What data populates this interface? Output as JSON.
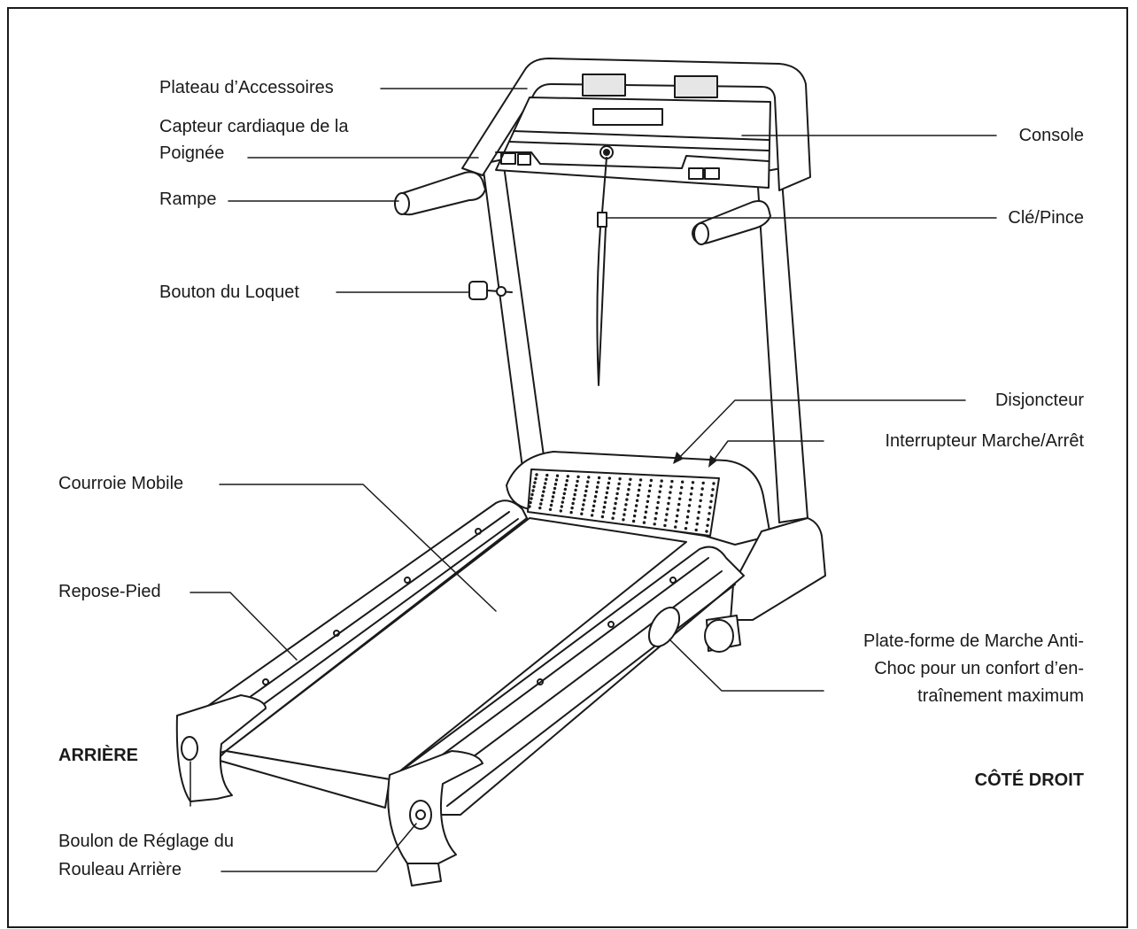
{
  "labels": {
    "plateau": "Plateau d’Accessoires",
    "capteur_line1": "Capteur cardiaque de la",
    "capteur_line2": "Poignée",
    "rampe": "Rampe",
    "bouton_loquet": "Bouton du Loquet",
    "courroie": "Courroie Mobile",
    "repose_pied": "Repose-Pied",
    "arriere": "ARRIÈRE",
    "boulon_line1": "Boulon de Réglage du",
    "boulon_line2": "Rouleau Arrière",
    "console": "Console",
    "cle_pince": "Clé/Pince",
    "disjoncteur": "Disjoncteur",
    "interrupteur": "Interrupteur Marche/Arrêt",
    "plateforme_line1": "Plate-forme de Marche Anti-",
    "plateforme_line2": "Choc pour un confort d’en-",
    "plateforme_line3": "traînement maximum",
    "cote_droit": "CÔTÉ DROIT"
  },
  "colors": {
    "ink": "#1a1a1a",
    "paper": "#ffffff",
    "light": "#f4f4f4"
  }
}
